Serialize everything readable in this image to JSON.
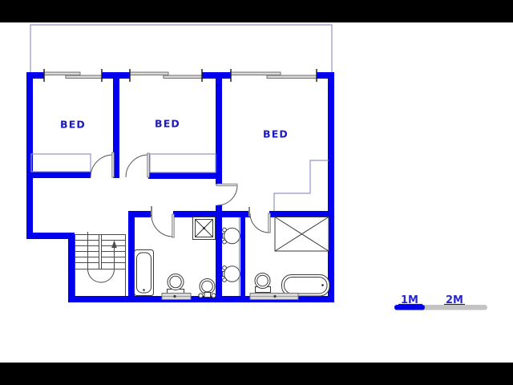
{
  "rooms": [
    {
      "label": "BED"
    },
    {
      "label": "BED"
    },
    {
      "label": "BED"
    }
  ],
  "scale_bar": {
    "label_1m": "1M",
    "label_2m": "2M"
  },
  "colors": {
    "wall": "#0000ee",
    "thin-outline": "#9494c8",
    "room-label": "#1a1abe",
    "scale-label": "#2a2ac8",
    "scale-gray": "#c4c4c4",
    "fixture-line": "#3a3a3a",
    "window-fill": "#d9d9d9",
    "window-stroke": "#6f6f6f",
    "letterbox": "#000000",
    "canvas": "#ffffff"
  }
}
